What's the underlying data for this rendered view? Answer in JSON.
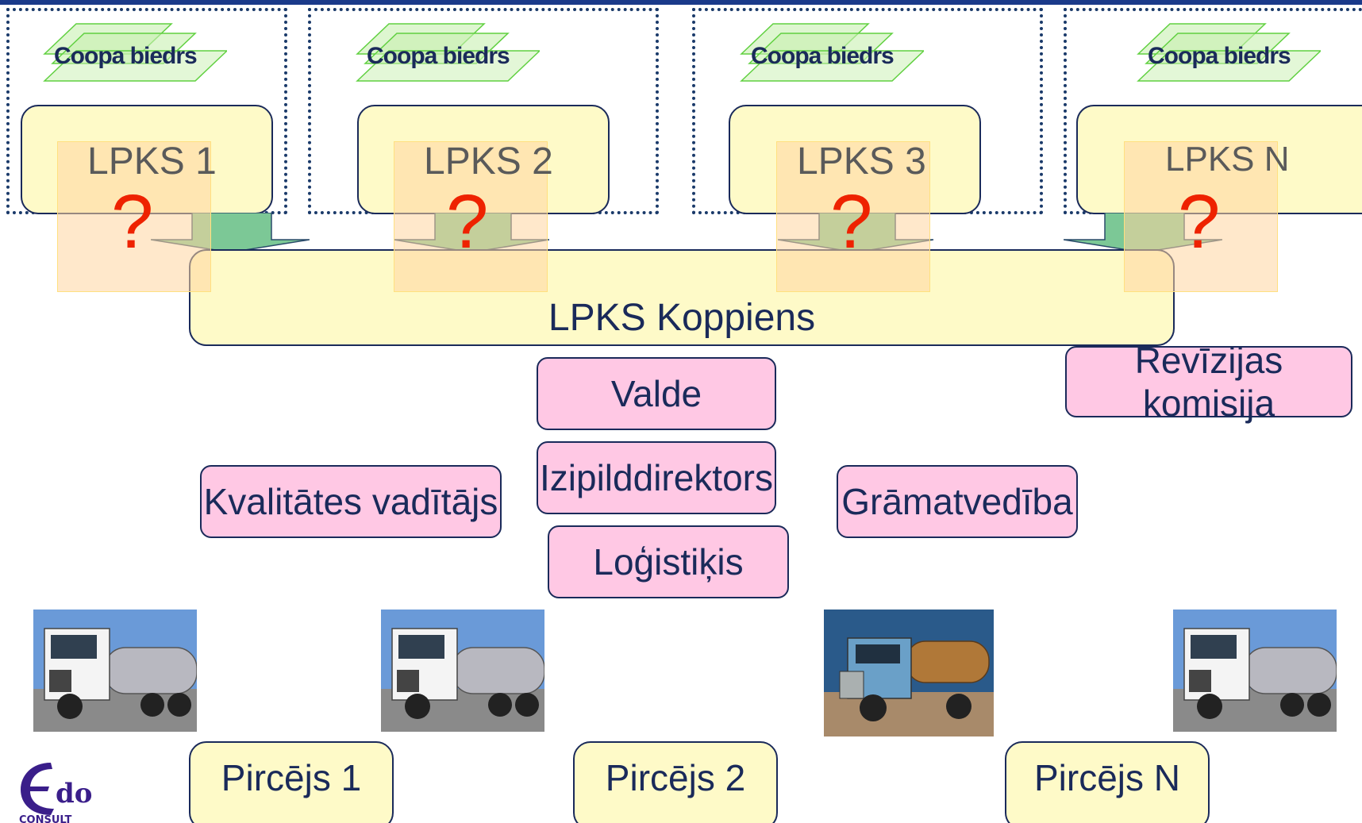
{
  "members": [
    {
      "coop_label": "Coopa biedrs",
      "lpks_label": "LPKS 1",
      "question": "?"
    },
    {
      "coop_label": "Coopa biedrs",
      "lpks_label": "LPKS 2",
      "question": "?"
    },
    {
      "coop_label": "Coopa biedrs",
      "lpks_label": "LPKS 3",
      "question": "?"
    },
    {
      "coop_label": "Coopa biedrs",
      "lpks_label": "LPKS N",
      "question": "?"
    }
  ],
  "hub": {
    "label": "LPKS Koppiens"
  },
  "roles": {
    "board": "Valde",
    "audit": "Revīzijas komisija",
    "director": "Izipilddirektors",
    "quality": "Kvalitātes vadītājs",
    "accounting": "Grāmatvedība",
    "logistics": "Loģistiķis"
  },
  "buyers": [
    "Pircējs 1",
    "Pircējs 2",
    "Pircējs N"
  ],
  "logo": {
    "brand": "Edo",
    "sub": "CONSULT"
  },
  "colors": {
    "yellow_box": "#fefac8",
    "pink_box": "#ffc8e4",
    "border": "#1a2a5a",
    "question": "#ee2200",
    "arrow_green": "#7cc896"
  }
}
